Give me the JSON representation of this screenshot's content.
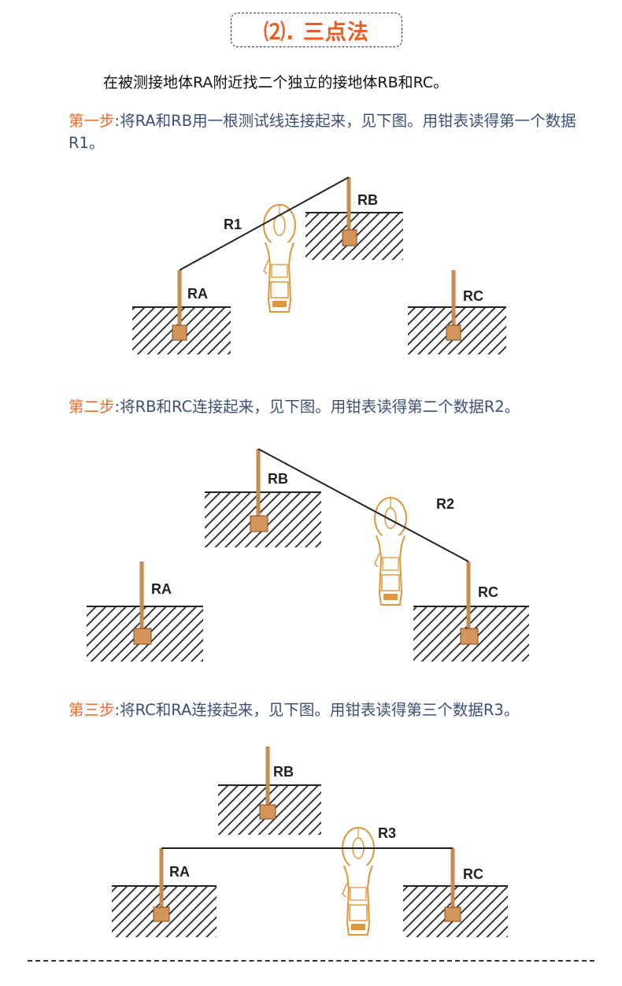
{
  "title": "⑵. 三点法",
  "intro": "在被测接地体RA附近找二个独立的接地体RB和RC。",
  "steps": [
    {
      "label": "第一步",
      "text": ":将RA和RB用一根测试线连接起来，见下图。用钳表读得第一个数据R1。"
    },
    {
      "label": "第二步",
      "text": ":将RB和RC连接起来，见下图。用钳表读得第二个数据R2。"
    },
    {
      "label": "第三步",
      "text": ":将RC和RA连接起来，见下图。用钳表读得第三个数据R3。"
    }
  ],
  "diagrams": [
    {
      "ra": "RA",
      "rb": "RB",
      "rc": "RC",
      "r": "R1"
    },
    {
      "ra": "RA",
      "rb": "RB",
      "rc": "RC",
      "r": "R2"
    },
    {
      "ra": "RA",
      "rb": "RB",
      "rc": "RC",
      "r": "R3"
    }
  ],
  "colors": {
    "accent": "#f05a1e",
    "body_text": "#3d5078",
    "meter": "#e0963a",
    "electrode": "#d4955a"
  }
}
